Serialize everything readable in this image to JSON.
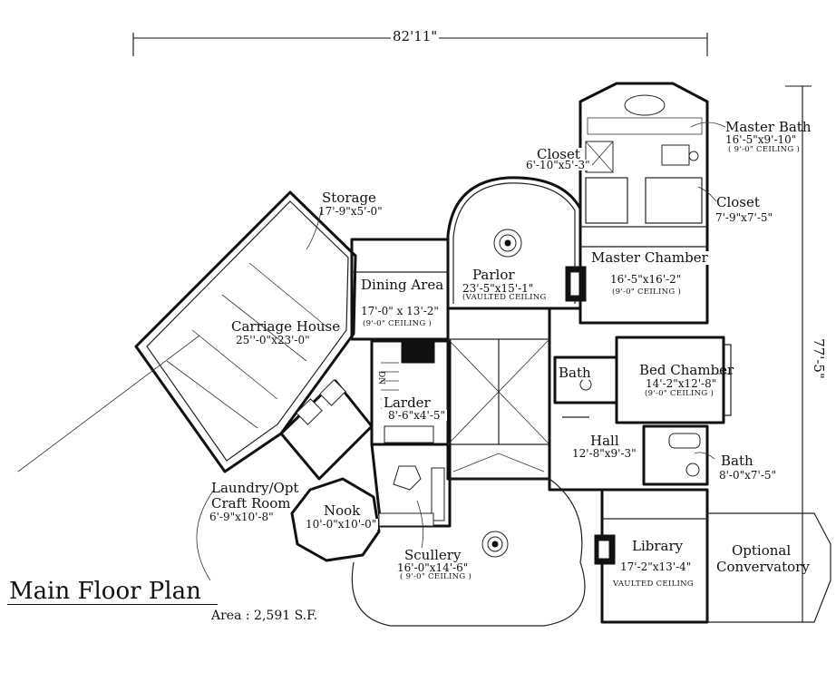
{
  "title": "Main Floor Plan",
  "area": "Area :  2,591 S.F.",
  "dimensions": {
    "overall_width": "82'11\"",
    "overall_depth": "77'-5\""
  },
  "rooms": {
    "storage": {
      "name": "Storage",
      "size": "17'-9\"x5'-0\""
    },
    "carriage_house": {
      "name": "Carriage House",
      "size": "25''-0\"x23'-0\""
    },
    "dining": {
      "name": "Dining Area",
      "size": "17'-0\" x 13'-2\"",
      "ceiling": "(9'-0\" CEILING )"
    },
    "parlor": {
      "name": "Parlor",
      "size": "23'-5\"x15'-1\"",
      "ceiling": "(VAULTED CEILING"
    },
    "closet_a": {
      "name": "Closet",
      "size": "6'-10\"x5'-3\""
    },
    "master_bath": {
      "name": "Master Bath",
      "size": "16'-5\"x9'-10\"",
      "ceiling": "( 9'-0\" CEILING )"
    },
    "closet_b": {
      "name": "Closet",
      "size": "7'-9\"x7'-5\""
    },
    "master_chamber": {
      "name": "Master Chamber",
      "size": "16'-5\"x16'-2\"",
      "ceiling": "(9'-0\" CEILING )"
    },
    "bath_small": {
      "name": "Bath"
    },
    "bed_chamber": {
      "name": "Bed Chamber",
      "size": "14'-2\"x12'-8\"",
      "ceiling": "(9'-0\" CEILING )"
    },
    "larder": {
      "name": "Larder",
      "size": "8'-6\"x4'-5\""
    },
    "hall": {
      "name": "Hall",
      "size": "12'-8\"x9'-3\""
    },
    "bath": {
      "name": "Bath",
      "size": "8'-0\"x7'-5\""
    },
    "laundry": {
      "name1": "Laundry/Opt",
      "name2": "Craft Room",
      "size": "6'-9\"x10'-8\""
    },
    "nook": {
      "name": "Nook",
      "size": "10'-0\"x10'-0\""
    },
    "scullery": {
      "name": "Scullery",
      "size": "16'-0\"x14'-6\"",
      "ceiling": "( 9'-0\" CEILING )"
    },
    "library": {
      "name": "Library",
      "size": "17'-2\"x13'-4\"",
      "ceiling": "VAULTED CEILING"
    },
    "conservatory": {
      "name1": "Optional",
      "name2": "Convervatory"
    }
  },
  "stair_label": "DN"
}
